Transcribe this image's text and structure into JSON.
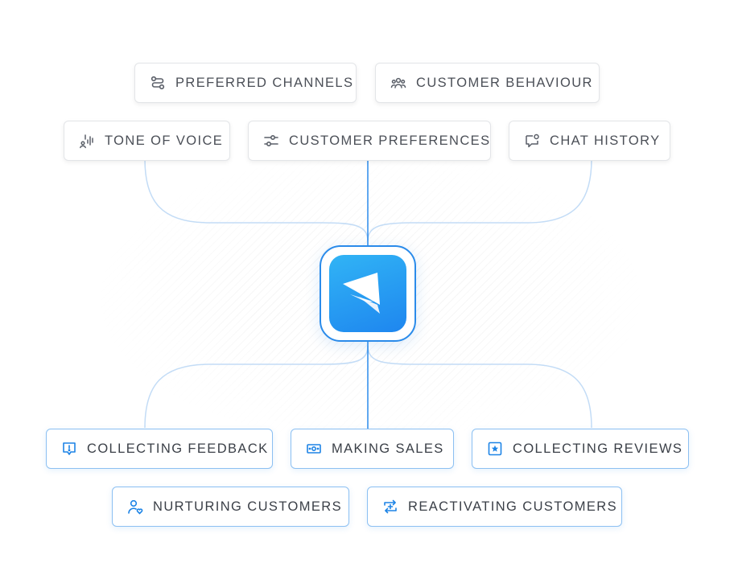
{
  "top_row_1": [
    {
      "label": "PREFERRED CHANNELS",
      "icon": "channels-icon"
    },
    {
      "label": "CUSTOMER BEHAVIOUR",
      "icon": "users-group-icon"
    }
  ],
  "top_row_2": [
    {
      "label": "TONE OF VOICE",
      "icon": "voice-icon"
    },
    {
      "label": "CUSTOMER PREFERENCES",
      "icon": "sliders-icon"
    },
    {
      "label": "CHAT HISTORY",
      "icon": "chat-bubble-icon"
    }
  ],
  "bottom_row_1": [
    {
      "label": "COLLECTING FEEDBACK",
      "icon": "feedback-icon"
    },
    {
      "label": "MAKING SALES",
      "icon": "cash-icon"
    },
    {
      "label": "COLLECTING REVIEWS",
      "icon": "star-box-icon"
    }
  ],
  "bottom_row_2": [
    {
      "label": "NURTURING CUSTOMERS",
      "icon": "user-heart-icon"
    },
    {
      "label": "REACTIVATING CUSTOMERS",
      "icon": "reactivate-icon"
    }
  ],
  "hub": {
    "icon": "paper-plane-logo-icon"
  },
  "colors": {
    "accent": "#2a8bea",
    "line": "#b9d8f7",
    "text": "#4b4f57"
  }
}
